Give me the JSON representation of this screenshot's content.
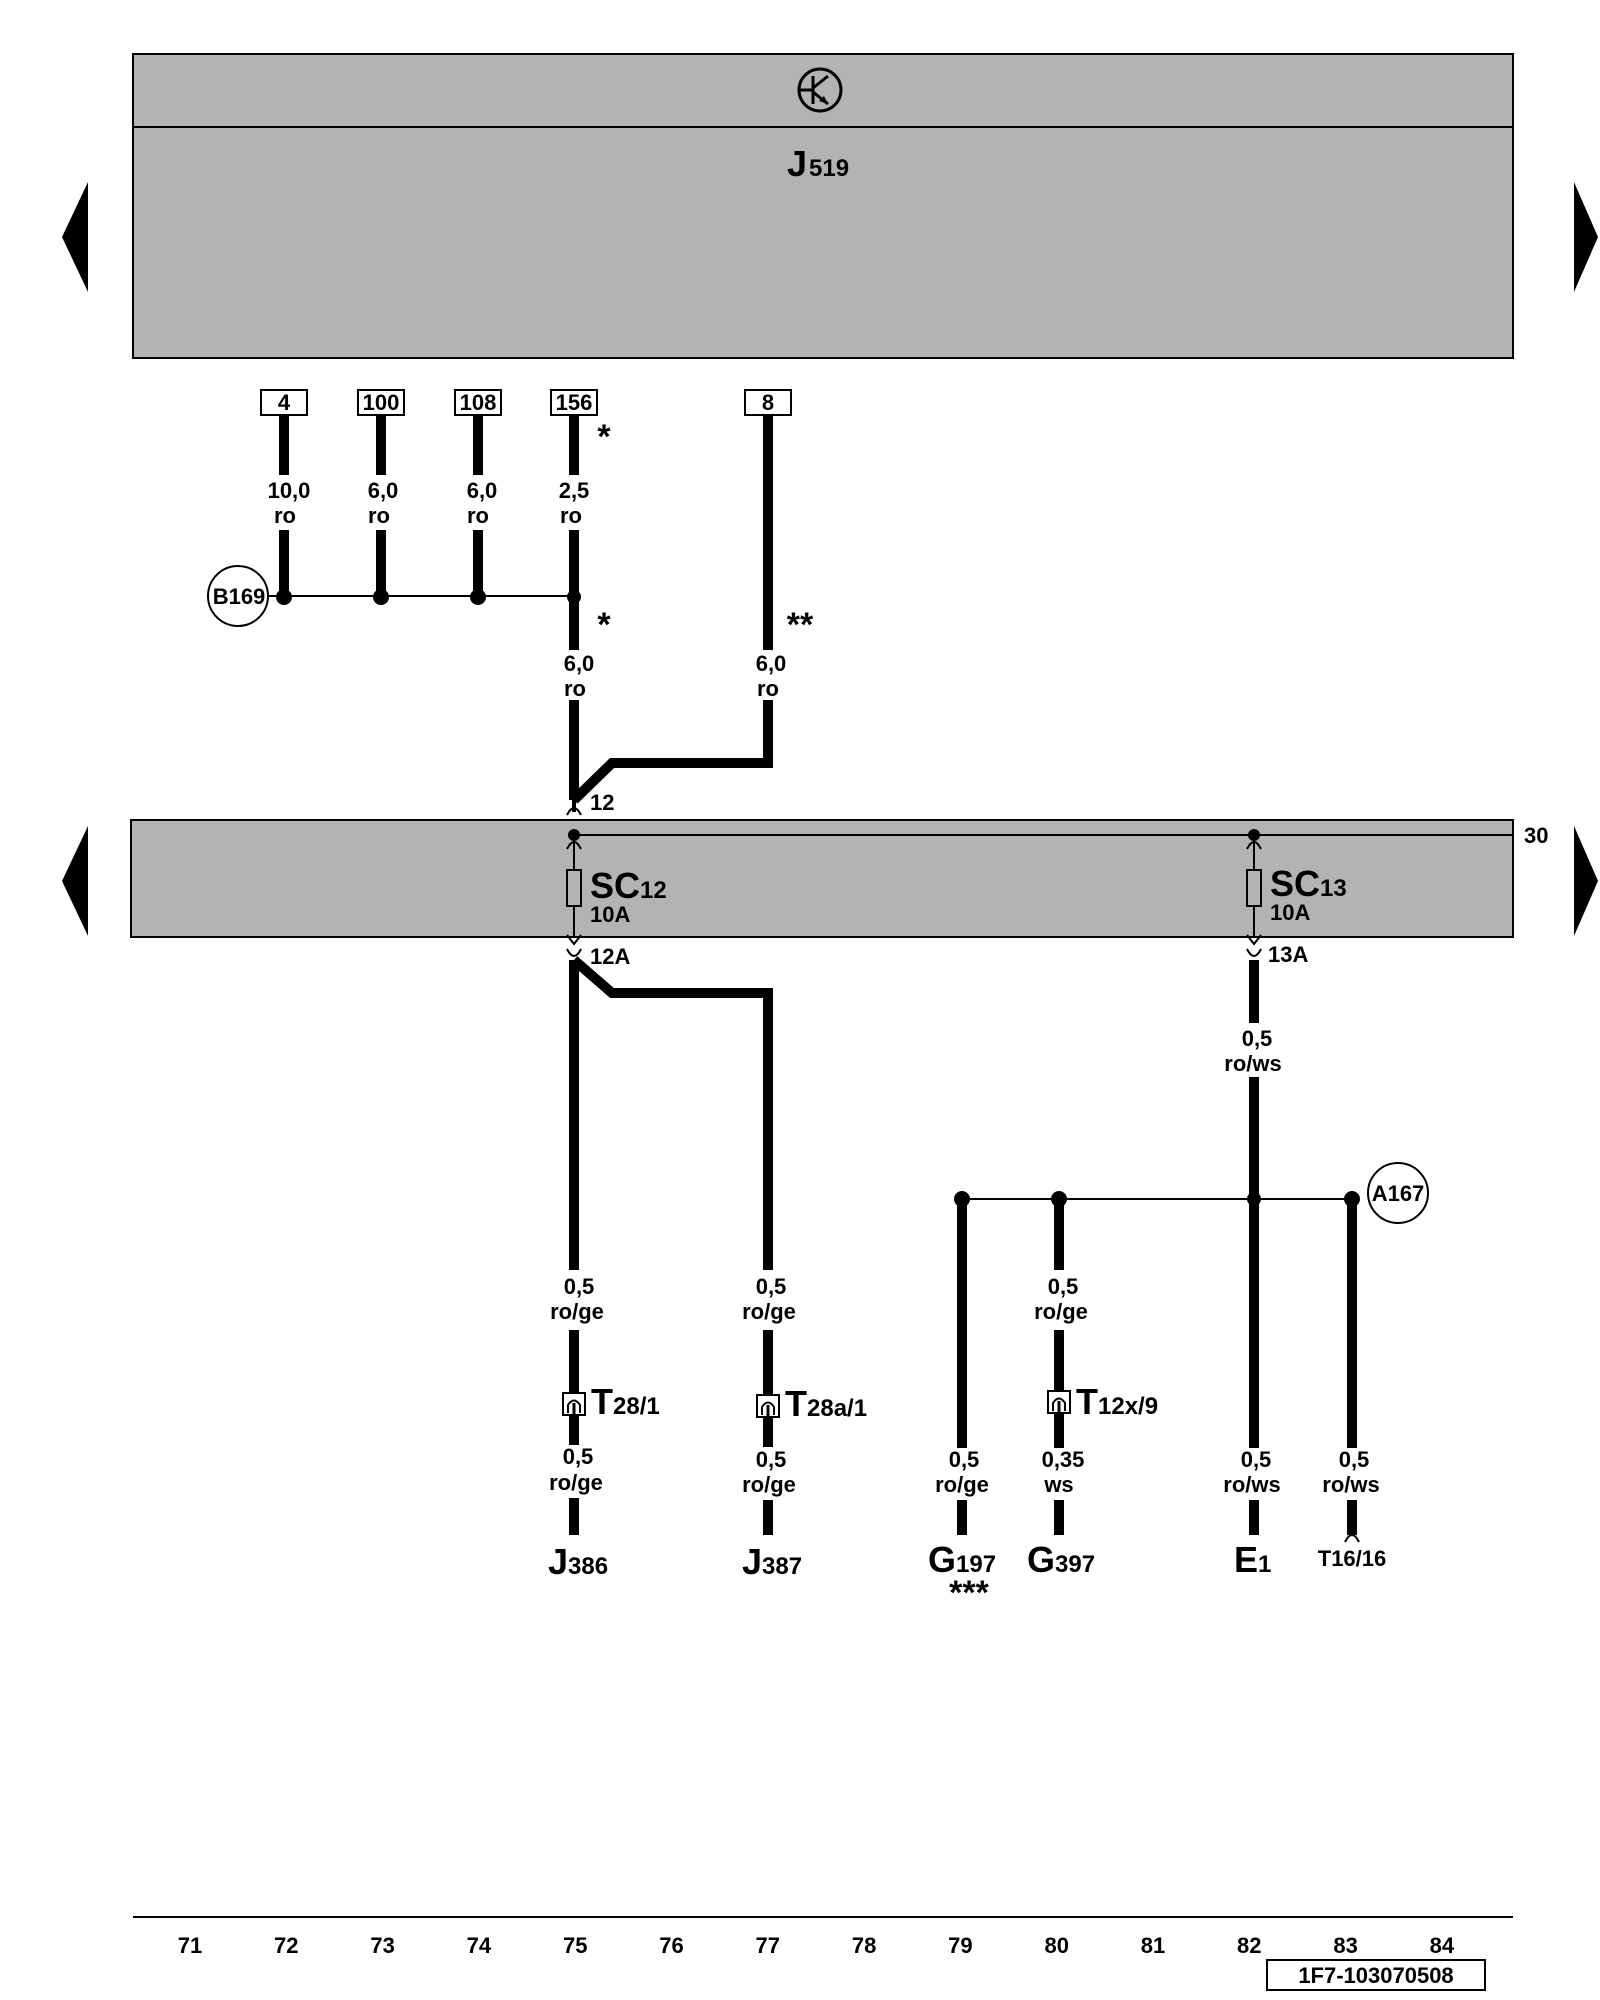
{
  "module": {
    "name_main": "J",
    "name_sub": "519",
    "icon": "transistor-icon"
  },
  "pins": {
    "p4": "4",
    "p100": "100",
    "p108": "108",
    "p156": "156",
    "p8": "8"
  },
  "wires": {
    "w4": [
      "10,0",
      "ro"
    ],
    "w100": [
      "6,0",
      "ro"
    ],
    "w108": [
      "6,0",
      "ro"
    ],
    "w156": [
      "2,5",
      "ro"
    ],
    "w75b": [
      "6,0",
      "ro"
    ],
    "w77b": [
      "6,0",
      "ro"
    ],
    "w82a": [
      "0,5",
      "ro/ws"
    ],
    "w75c": [
      "0,5",
      "ro/ge"
    ],
    "w77c": [
      "0,5",
      "ro/ge"
    ],
    "w80c": [
      "0,5",
      "ro/ge"
    ],
    "w75d": [
      "0,5",
      "ro/ge"
    ],
    "w77d": [
      "0,5",
      "ro/ge"
    ],
    "w79d": [
      "0,5",
      "ro/ge"
    ],
    "w80d": [
      "0,35",
      "ws"
    ],
    "w82d": [
      "0,5",
      "ro/ws"
    ],
    "w83d": [
      "0,5",
      "ro/ws"
    ]
  },
  "marks": {
    "star1": "*",
    "star2": "*",
    "star3": "**",
    "star4": "***"
  },
  "splices": {
    "b169": "B169",
    "a167": "A167"
  },
  "fusebox": {
    "terminal_30": "30",
    "in12": "12",
    "out12a": "12A",
    "out13a": "13A",
    "sc12_main": "SC",
    "sc12_sub": "12",
    "sc12_rating": "10A",
    "sc13_main": "SC",
    "sc13_sub": "13",
    "sc13_rating": "10A"
  },
  "connectors": {
    "t28": [
      "T",
      "28/1"
    ],
    "t28a": [
      "T",
      "28a/1"
    ],
    "t12x": [
      "T",
      "12x/9"
    ]
  },
  "components": {
    "j386": [
      "J",
      "386"
    ],
    "j387": [
      "J",
      "387"
    ],
    "g197": [
      "G",
      "197"
    ],
    "g397": [
      "G",
      "397"
    ],
    "e1": [
      "E",
      "1"
    ],
    "t16": "T16/16"
  },
  "scale": [
    "71",
    "72",
    "73",
    "74",
    "75",
    "76",
    "77",
    "78",
    "79",
    "80",
    "81",
    "82",
    "83",
    "84"
  ],
  "doc_id": "1F7-103070508",
  "colors": {
    "band": "#b3b3b3",
    "ink": "#000000"
  }
}
